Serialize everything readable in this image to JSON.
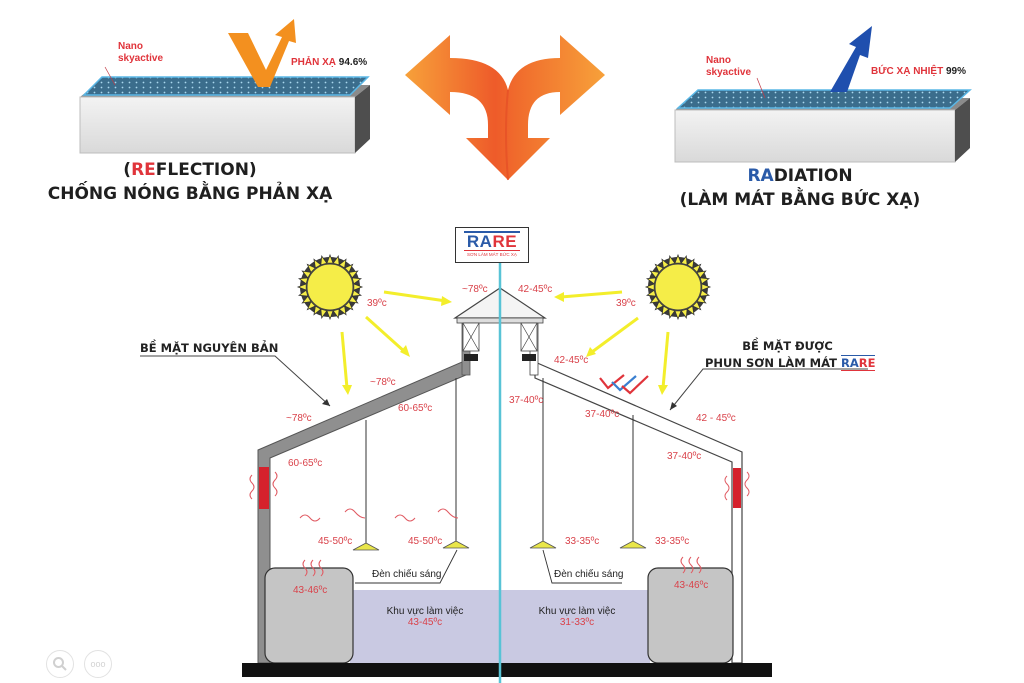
{
  "reflection_panel": {
    "coating_label_line1": "Nano",
    "coating_label_line2": "skyactive",
    "arrow_label_prefix": "PHẢN XẠ",
    "arrow_label_value": "94.6%",
    "title_open": "(",
    "title_highlight": "RE",
    "title_rest": "FLECTION)",
    "subtitle": "CHỐNG NÓNG BẰNG PHẢN XẠ",
    "arrow_color": "#f3901f"
  },
  "radiation_panel": {
    "coating_label_line1": "Nano",
    "coating_label_line2": "skyactive",
    "arrow_label_prefix": "BỨC XẠ NHIỆT",
    "arrow_label_value": "99%",
    "title_highlight": "RA",
    "title_rest": "DIATION",
    "subtitle": "(LÀM MÁT BẰNG BỨC XẠ)",
    "arrow_color": "#1f4fae"
  },
  "center_icon": "split-arrow-icon",
  "brand": {
    "logo_text_blue": "RA",
    "logo_text_red": "RE",
    "logo_subtitle": "SƠN LÀM MÁT BỨC XẠ",
    "blue": "#2a5aa8",
    "red": "#e0343b"
  },
  "left_building": {
    "callout": "BỀ MẶT NGUYÊN BẢN",
    "sun_temp": "39ºc",
    "ridge_temp": "~78ºc",
    "roof_temp_upper": "~78ºc",
    "roof_temp_lower": "~78ºc",
    "under_roof_temp_a": "60-65ºc",
    "under_roof_temp_b": "60-65ºc",
    "air_temp_a": "45-50ºc",
    "air_temp_b": "45-50ºc",
    "machine_temp": "43-46ºc",
    "lamp_label": "Đèn chiếu sáng",
    "zone_label": "Khu vực làm việc",
    "zone_temp": "43-45ºc"
  },
  "right_building": {
    "callout_line1": "BỀ MẶT ĐƯỢC",
    "callout_line2": "PHUN SƠN LÀM MÁT",
    "callout_brand_blue": "RA",
    "callout_brand_red": "RE",
    "sun_temp": "39ºc",
    "ridge_temp": "42-45ºc",
    "roof_temp_upper": "42-45ºc",
    "roof_temp_lower": "42 - 45ºc",
    "under_roof_temp_a": "37-40ºc",
    "under_roof_temp_b": "37-40ºc",
    "under_roof_temp_c": "37-40ºc",
    "air_temp_a": "33-35ºc",
    "air_temp_b": "33-35ºc",
    "machine_temp": "43-46ºc",
    "lamp_label": "Đèn chiếu sáng",
    "zone_label": "Khu vực làm việc",
    "zone_temp": "31-33ºc"
  },
  "viewer_controls": {
    "zoom_icon": "magnifier-icon",
    "more_icon": "more-dots-icon",
    "more_label": "ooo"
  }
}
